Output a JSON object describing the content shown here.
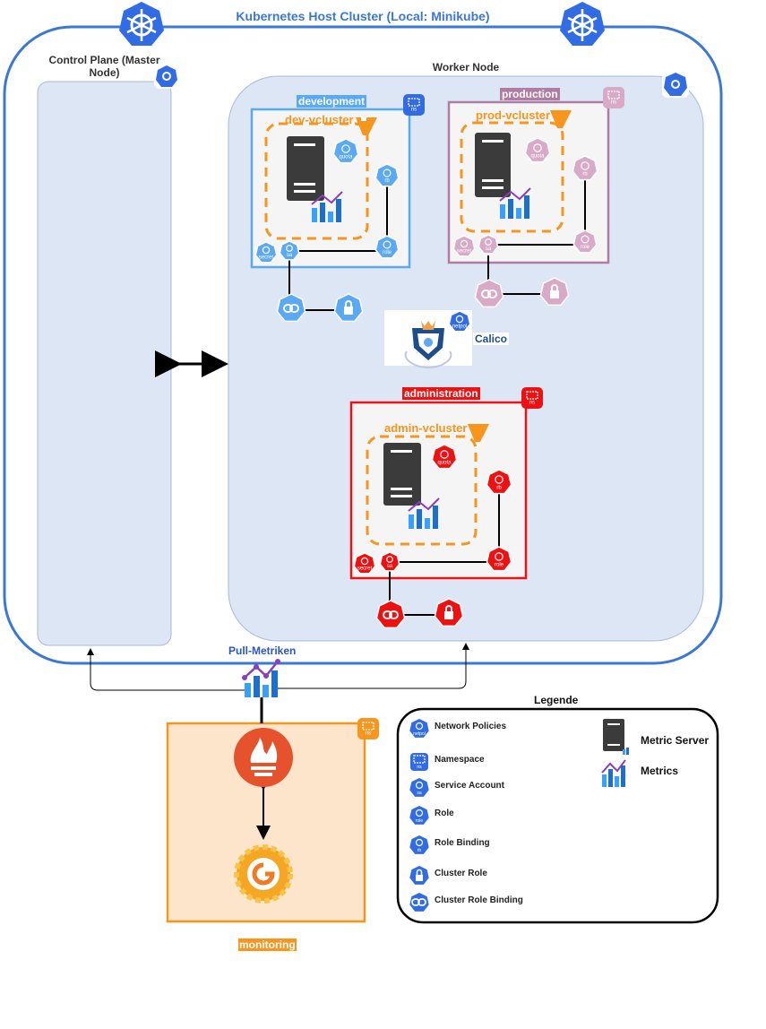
{
  "diagram": {
    "title": "Kubernetes Host Cluster (Local: Minikube)",
    "control_plane_label": "Control Plane (Master Node)",
    "worker_node_label": "Worker Node",
    "namespaces": {
      "development": {
        "label": "development",
        "vcluster": "dev-vcluster",
        "color": "#5aa9f5"
      },
      "production": {
        "label": "production",
        "vcluster": "prod-vcluster",
        "color": "#c79ab9"
      },
      "administration": {
        "label": "administration",
        "vcluster": "admin-vcluster",
        "color": "#ee1111"
      }
    },
    "calico_label": "Calico",
    "pull_metrics_label": "Pull-Metriken",
    "monitoring_label": "monitoring",
    "icon_text": {
      "ns": "ns",
      "quota": "quota",
      "rb": "rb",
      "role": "role",
      "sa": "sa",
      "secret": "secret",
      "netpol": "netpol"
    },
    "colors": {
      "cluster_border": "#3a78d6",
      "node_fill": "#dce6f5",
      "vcluster_orange": "#f7951d",
      "monitoring_fill": "#fde5cc",
      "monitoring_border": "#f7951d",
      "k8s_blue": "#326ce5"
    }
  },
  "legend": {
    "title": "Legende",
    "items": [
      {
        "icon": "netpol-icon",
        "text": "Network Policies",
        "sub": "netpol"
      },
      {
        "icon": "namespace-icon",
        "text": "Namespace",
        "sub": "ns"
      },
      {
        "icon": "service-account-icon",
        "text": "Service Account",
        "sub": "sa"
      },
      {
        "icon": "role-icon",
        "text": "Role",
        "sub": "role"
      },
      {
        "icon": "role-binding-icon",
        "text": "Role Binding",
        "sub": "rb"
      },
      {
        "icon": "cluster-role-icon",
        "text": "Cluster Role",
        "sub": ""
      },
      {
        "icon": "cluster-role-binding-icon",
        "text": "Cluster Role Binding",
        "sub": ""
      }
    ],
    "metric_server": "Metric Server",
    "metrics": "Metrics"
  }
}
